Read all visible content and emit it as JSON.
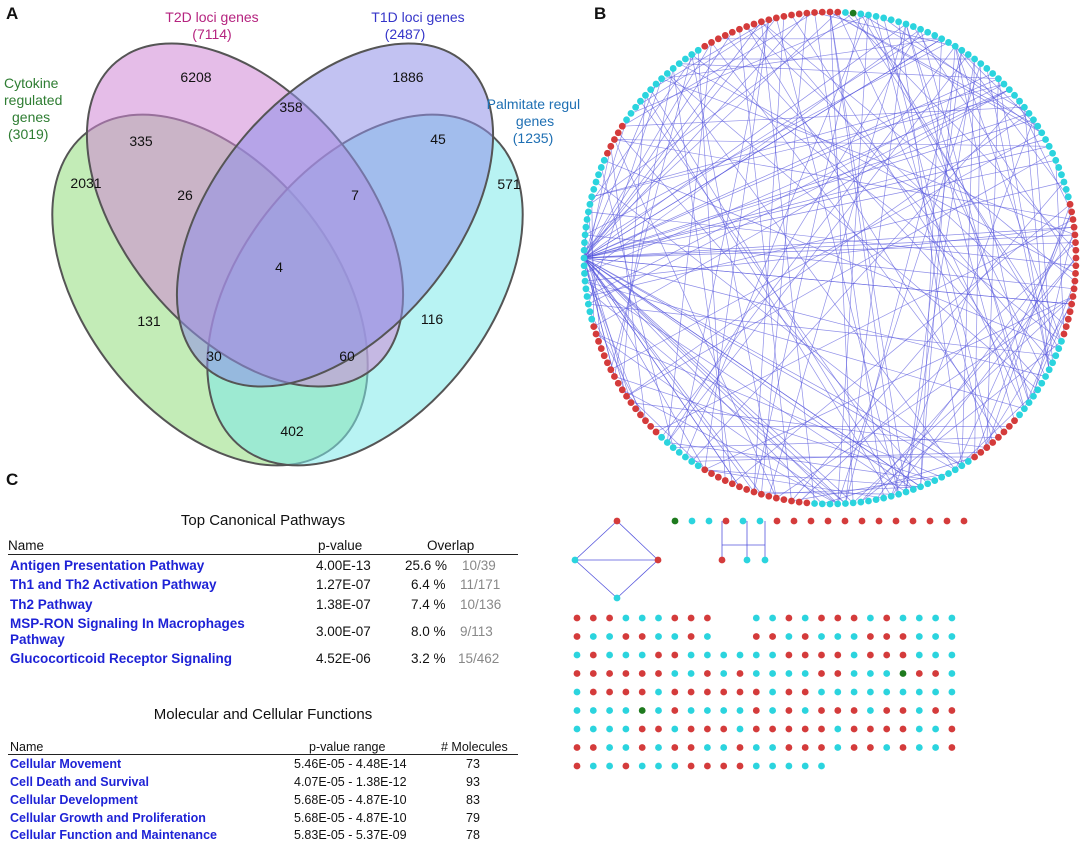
{
  "panels": {
    "a": "A",
    "b": "B",
    "c": "C"
  },
  "venn": {
    "sets": [
      {
        "name": "T2D loci genes",
        "count": "(7114)",
        "color": "#b5237f"
      },
      {
        "name": "T1D loci genes",
        "count": "(2487)",
        "color": "#3535c9"
      },
      {
        "name_lines": [
          "Cytokine",
          "regulated",
          "genes"
        ],
        "count": "(3019)",
        "color": "#2e7d32"
      },
      {
        "name_lines": [
          "Palmitate regulated",
          "genes"
        ],
        "count": "(1235)",
        "color": "#1e6fb3"
      }
    ],
    "regions": [
      "6208",
      "1886",
      "358",
      "335",
      "45",
      "2031",
      "26",
      "7",
      "571",
      "4",
      "131",
      "116",
      "30",
      "60",
      "402"
    ]
  },
  "network": {
    "colors": {
      "cyan": "#2bd4de",
      "red": "#d43b3b",
      "green": "#1e7a1e",
      "edge": "#5555dd"
    }
  },
  "pathways": {
    "title": "Top Canonical Pathways",
    "headers": {
      "name": "Name",
      "pvalue": "p-value",
      "overlap": "Overlap"
    },
    "rows": [
      {
        "name": "Antigen Presentation Pathway",
        "p": "4.00E-13",
        "pct": "25.6 %",
        "frac": "10/39"
      },
      {
        "name": "Th1 and Th2 Activation Pathway",
        "p": "1.27E-07",
        "pct": "6.4 %",
        "frac": "11/171"
      },
      {
        "name": "Th2 Pathway",
        "p": "1.38E-07",
        "pct": "7.4 %",
        "frac": "10/136"
      },
      {
        "name_lines": [
          "MSP-RON Signaling In Macrophages",
          "Pathway"
        ],
        "p": "3.00E-07",
        "pct": "8.0 %",
        "frac": "9/113"
      },
      {
        "name": "Glucocorticoid Receptor Signaling",
        "p": "4.52E-06",
        "pct": "3.2 %",
        "frac": "15/462"
      }
    ]
  },
  "functions": {
    "title": "Molecular and Cellular Functions",
    "headers": {
      "name": "Name",
      "prange": "p-value range",
      "molecules": "# Molecules"
    },
    "rows": [
      {
        "name": "Cellular Movement",
        "range": "5.46E-05 - 4.48E-14",
        "n": "73"
      },
      {
        "name": "Cell Death and Survival",
        "range": "4.07E-05 - 1.38E-12",
        "n": "93"
      },
      {
        "name": "Cellular Development",
        "range": "5.68E-05 - 4.87E-10",
        "n": "83"
      },
      {
        "name": "Cellular Growth and Proliferation",
        "range": "5.68E-05 - 4.87E-10",
        "n": "79"
      },
      {
        "name": "Cellular Function and Maintenance",
        "range": "5.83E-05 - 5.37E-09",
        "n": "78"
      }
    ]
  }
}
